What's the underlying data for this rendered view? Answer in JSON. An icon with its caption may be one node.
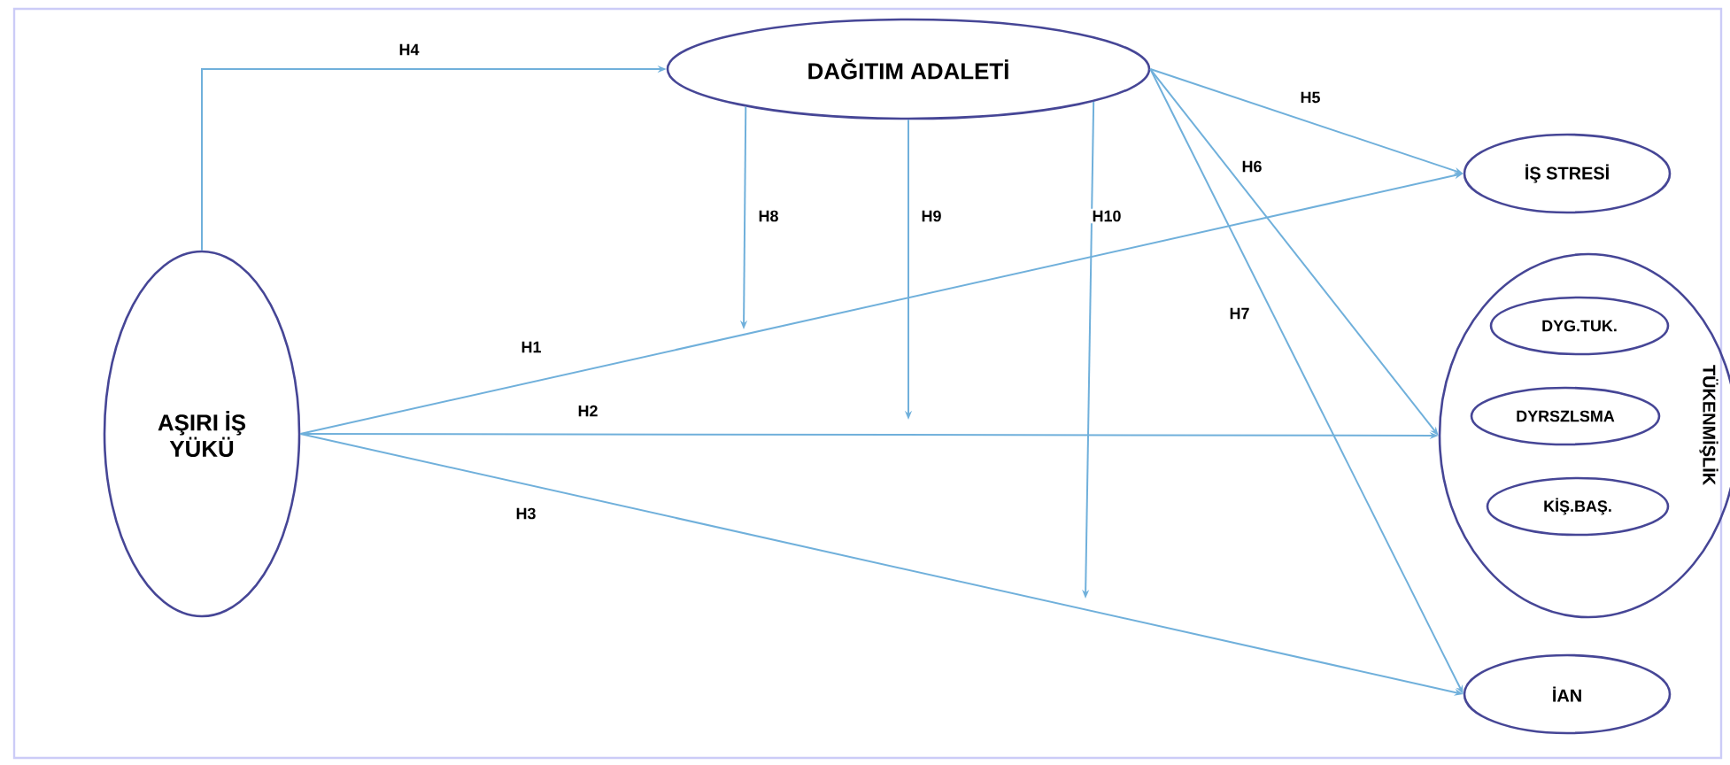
{
  "diagram": {
    "nodes": [
      {
        "text": [
          "AŞIRI İŞ YÜKÜ"
        ]
      },
      {
        "text": [
          "DAĞITIM ADALETİ"
        ]
      },
      {
        "text": [
          "İŞ STRESİ"
        ]
      },
      {
        "text": [
          "TÜKENMİŞLİK"
        ]
      },
      {
        "text": [
          "DYG.TUK."
        ],
        "in": 3
      },
      {
        "text": [
          "DYRSZLSMA"
        ],
        "in": 3
      },
      {
        "text": [
          "KİŞ.BAŞ."
        ],
        "in": 3
      },
      {
        "text": [
          "İAN"
        ]
      }
    ],
    "edges": [
      {
        "from": 0,
        "to": 2,
        "arrow": "to",
        "label": "H1"
      },
      {
        "from": 0,
        "to": 3,
        "arrow": "to",
        "label": "H2"
      },
      {
        "from": 0,
        "to": 7,
        "arrow": "to",
        "label": "H3"
      },
      {
        "from": 0,
        "to": 1,
        "arrow": "to",
        "label": "H4"
      },
      {
        "from": 1,
        "to": 2,
        "arrow": "to",
        "label": "H5"
      },
      {
        "from": 1,
        "to": 3,
        "arrow": "to",
        "label": "H6"
      },
      {
        "from": 1,
        "to": 7,
        "arrow": "to",
        "label": "H7"
      },
      {
        "from": 1,
        "to": null,
        "arrow": "to",
        "label": "H8"
      },
      {
        "from": 1,
        "to": null,
        "arrow": "to",
        "label": "H9"
      },
      {
        "from": 1,
        "to": null,
        "arrow": "to",
        "label": "H10"
      }
    ]
  }
}
